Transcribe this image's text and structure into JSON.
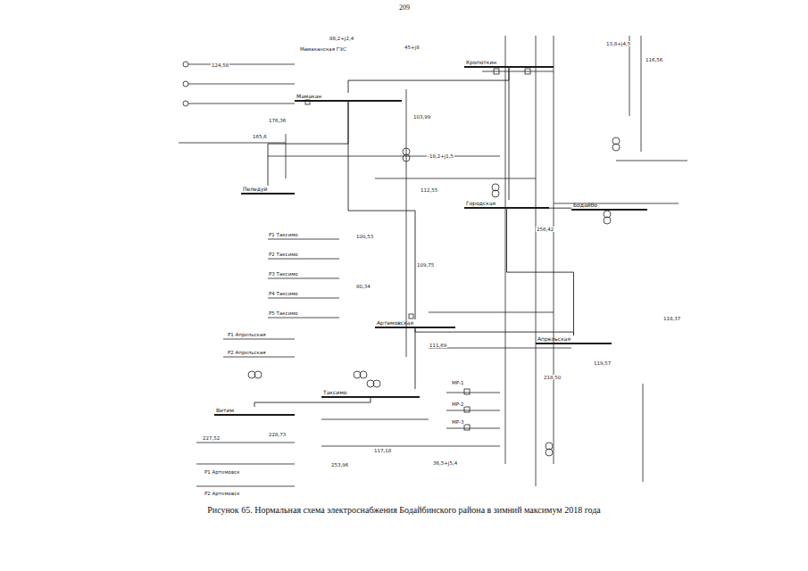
{
  "diagram": {
    "caption": "Рисунок 65. Нормальная схема электроснабжения Бодайбинского района в зимний максимум 2018 года",
    "nodes": [
      {
        "text": [
          "Мамакан"
        ]
      },
      {
        "text": [
          "Пеледуй"
        ]
      },
      {
        "text": [
          "Кропоткин"
        ]
      },
      {
        "text": [
          "Городская"
        ]
      },
      {
        "text": [
          "Бодайбо"
        ]
      },
      {
        "text": [
          "Артемовская"
        ]
      },
      {
        "text": [
          "Таксимо"
        ]
      },
      {
        "text": [
          "Апрельская"
        ]
      },
      {
        "text": [
          "Витим"
        ]
      }
    ],
    "edges": [
      {
        "from": 0,
        "to": 1,
        "arrow": "none"
      },
      {
        "from": 0,
        "to": 2,
        "arrow": "none"
      },
      {
        "from": 2,
        "to": 3,
        "arrow": "none"
      },
      {
        "from": 3,
        "to": 4,
        "arrow": "none"
      },
      {
        "from": 3,
        "to": 7,
        "arrow": "none"
      },
      {
        "from": 0,
        "to": 5,
        "arrow": "none"
      },
      {
        "from": 5,
        "to": 6,
        "arrow": "none"
      },
      {
        "from": 6,
        "to": 8,
        "arrow": "none"
      },
      {
        "from": 5,
        "to": 7,
        "arrow": "none"
      }
    ],
    "labels": [
      "209",
      "88,2+j2,4",
      "Мамаканская ГЭС",
      "124,58",
      "176,36",
      "165,6",
      "45+j8",
      "103,99",
      "-18,2+j1,5",
      "256,42",
      "13,8+j4,5",
      "116,56",
      "112,55",
      "109,75",
      "100,53",
      "80,34",
      "Р1 Таксимо",
      "Р2 Таксимо",
      "Р3 Таксимо",
      "Р4 Таксимо",
      "Р5 Таксимо",
      "Р1 Апрельская",
      "Р2 Апрельская",
      "111,69",
      "119,57",
      "118,37",
      "228,73",
      "227,52",
      "117,18",
      "253,96",
      "МР-1",
      "МР-2",
      "МР-3",
      "36,5+j5,4",
      "218,50",
      "Р1 Артемовск",
      "Р2 Артемовск"
    ]
  }
}
